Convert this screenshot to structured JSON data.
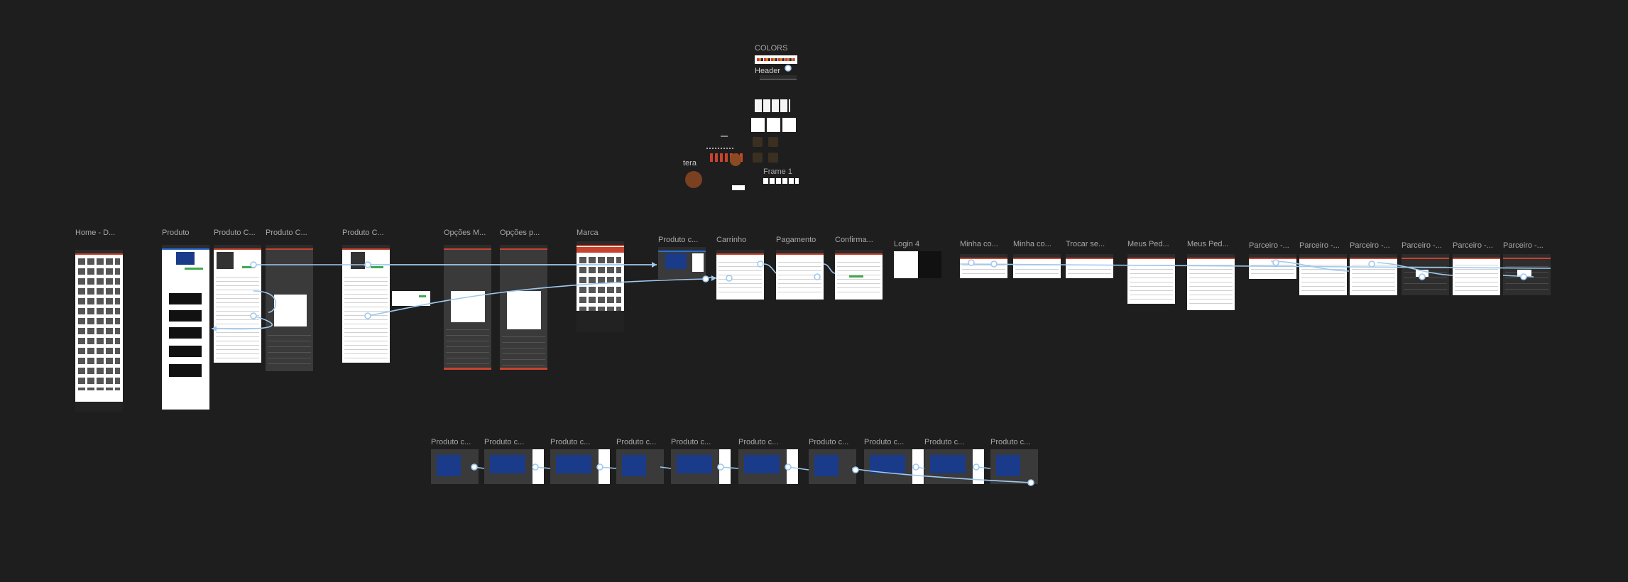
{
  "canvas": {
    "background": "#1e1e1e",
    "connector_color": "#9fc9ee",
    "accent": "#c8432e"
  },
  "assets": {
    "colors_label": "COLORS",
    "header_label": "Header",
    "frame1_label": "Frame 1",
    "tera_label": "tera"
  },
  "frames_row1": [
    {
      "label": "Home - D..."
    },
    {
      "label": "Produto"
    },
    {
      "label": "Produto C..."
    },
    {
      "label": "Produto C..."
    },
    {
      "label": "Produto C..."
    },
    {
      "label": "Opções M..."
    },
    {
      "label": "Opções p..."
    },
    {
      "label": "Marca"
    },
    {
      "label": "Produto c..."
    },
    {
      "label": "Carrinho"
    },
    {
      "label": "Pagamento"
    },
    {
      "label": "Confirma..."
    },
    {
      "label": "Login 4"
    },
    {
      "label": "Minha co..."
    },
    {
      "label": "Minha co..."
    },
    {
      "label": "Trocar se..."
    },
    {
      "label": "Meus Ped..."
    },
    {
      "label": "Meus Ped..."
    },
    {
      "label": "Parceiro -..."
    },
    {
      "label": "Parceiro -..."
    },
    {
      "label": "Parceiro -..."
    },
    {
      "label": "Parceiro -..."
    },
    {
      "label": "Parceiro -..."
    },
    {
      "label": "Parceiro -..."
    }
  ],
  "frames_row2": [
    {
      "label": "Produto c..."
    },
    {
      "label": "Produto c..."
    },
    {
      "label": "Produto c..."
    },
    {
      "label": "Produto c..."
    },
    {
      "label": "Produto c..."
    },
    {
      "label": "Produto c..."
    },
    {
      "label": "Produto c..."
    },
    {
      "label": "Produto c..."
    },
    {
      "label": "Produto c..."
    },
    {
      "label": "Produto c..."
    }
  ]
}
